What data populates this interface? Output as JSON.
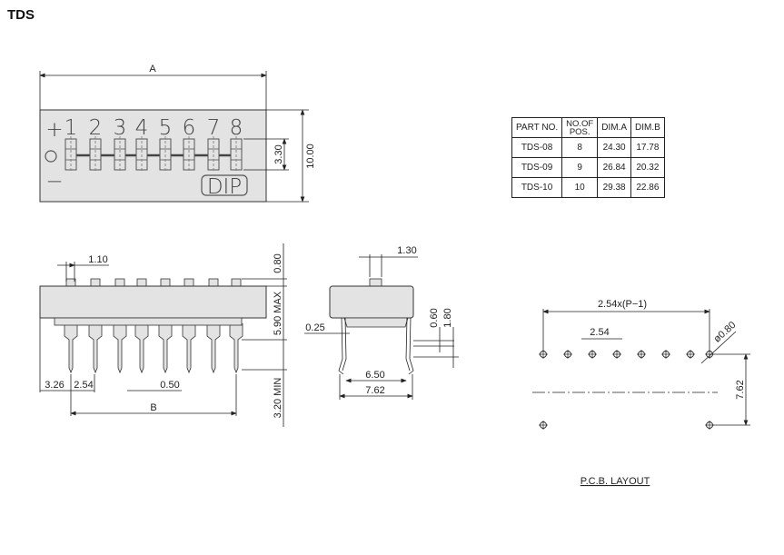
{
  "title": "TDS",
  "top_view": {
    "dim_a": "A",
    "dim_height": "10.00",
    "dim_switch": "3.30",
    "plus": "+",
    "minus": "−",
    "switch_numbers": [
      "1",
      "2",
      "3",
      "4",
      "5",
      "6",
      "7",
      "8"
    ],
    "dip_label": "DIP"
  },
  "side_view": {
    "dim_button": "1.10",
    "dim_top": "0.80",
    "dim_body": "5.90 MAX",
    "dim_pin": "3.20 MIN",
    "dim_edge": "3.26",
    "dim_pitch": "2.54",
    "dim_pin_width": "0.50",
    "dim_b": "B"
  },
  "end_view": {
    "dim_button": "1.30",
    "dim_thick": "0.25",
    "dim_a": "0.60",
    "dim_b": "1.80",
    "dim_inner": "6.50",
    "dim_outer": "7.62"
  },
  "pcb_layout": {
    "dim_span": "2.54x(P−1)",
    "dim_pitch": "2.54",
    "dim_hole": "ø0.80",
    "dim_row": "7.62",
    "label": "P.C.B. LAYOUT"
  },
  "table": {
    "headers": [
      "PART NO.",
      "NO.OF POS.",
      "DIM.A",
      "DIM.B"
    ],
    "rows": [
      [
        "TDS-08",
        "8",
        "24.30",
        "17.78"
      ],
      [
        "TDS-09",
        "9",
        "26.84",
        "20.32"
      ],
      [
        "TDS-10",
        "10",
        "29.38",
        "22.86"
      ]
    ]
  }
}
